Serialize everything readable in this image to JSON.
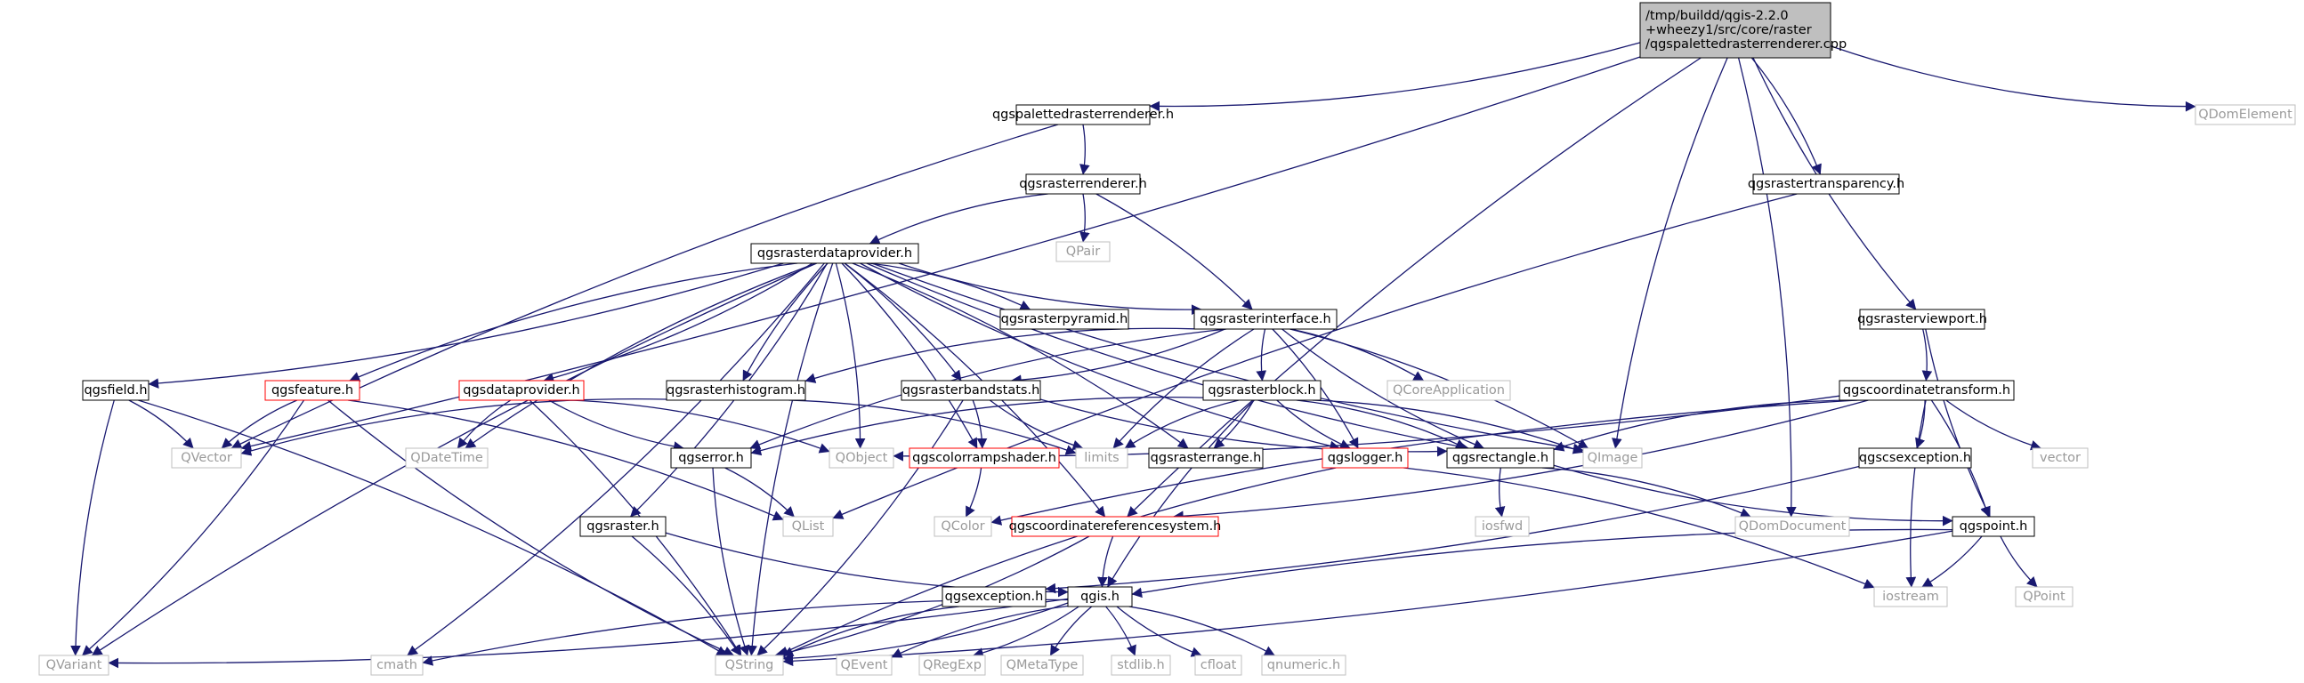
{
  "colors": {
    "edge": "#191970",
    "normal_border": "#000000",
    "normal_text": "#000000",
    "external_border": "#bfbfbf",
    "external_text": "#9a9a9a",
    "incomplete_border": "#ff0000",
    "root_fill": "#bfbfbf"
  },
  "nodes": [
    {
      "id": "root",
      "label": "/tmp/buildd/qgis-2.2.0\n+wheezy1/src/core/raster\n/qgspalettedrasterrenderer.cpp",
      "kind": "root"
    },
    {
      "id": "palh",
      "label": "qgspalettedrasterrenderer.h",
      "kind": "normal"
    },
    {
      "id": "qdomel",
      "label": "QDomElement",
      "kind": "external"
    },
    {
      "id": "rr",
      "label": "qgsrasterrenderer.h",
      "kind": "normal"
    },
    {
      "id": "trans",
      "label": "qgsrastertransparency.h",
      "kind": "normal"
    },
    {
      "id": "qpair",
      "label": "QPair",
      "kind": "external"
    },
    {
      "id": "rdp",
      "label": "qgsrasterdataprovider.h",
      "kind": "normal"
    },
    {
      "id": "pyr",
      "label": "qgsrasterpyramid.h",
      "kind": "normal"
    },
    {
      "id": "rif",
      "label": "qgsrasterinterface.h",
      "kind": "normal"
    },
    {
      "id": "rvp",
      "label": "qgsrasterviewport.h",
      "kind": "normal"
    },
    {
      "id": "field",
      "label": "qgsfield.h",
      "kind": "normal"
    },
    {
      "id": "feat",
      "label": "qgsfeature.h",
      "kind": "incomplete"
    },
    {
      "id": "dp",
      "label": "qgsdataprovider.h",
      "kind": "incomplete"
    },
    {
      "id": "hist",
      "label": "qgsrasterhistogram.h",
      "kind": "normal"
    },
    {
      "id": "bs",
      "label": "qgsrasterbandstats.h",
      "kind": "normal"
    },
    {
      "id": "rb",
      "label": "qgsrasterblock.h",
      "kind": "normal"
    },
    {
      "id": "qcoreapp",
      "label": "QCoreApplication",
      "kind": "external"
    },
    {
      "id": "ct",
      "label": "qgscoordinatetransform.h",
      "kind": "normal"
    },
    {
      "id": "qvector",
      "label": "QVector",
      "kind": "external"
    },
    {
      "id": "qdatetime",
      "label": "QDateTime",
      "kind": "external"
    },
    {
      "id": "err",
      "label": "qgserror.h",
      "kind": "normal"
    },
    {
      "id": "qobject",
      "label": "QObject",
      "kind": "external"
    },
    {
      "id": "crs_shader",
      "label": "qgscolorrampshader.h",
      "kind": "incomplete"
    },
    {
      "id": "limits",
      "label": "limits",
      "kind": "external"
    },
    {
      "id": "range",
      "label": "qgsrasterrange.h",
      "kind": "normal"
    },
    {
      "id": "logger",
      "label": "qgslogger.h",
      "kind": "incomplete"
    },
    {
      "id": "rect",
      "label": "qgsrectangle.h",
      "kind": "normal"
    },
    {
      "id": "qimage",
      "label": "QImage",
      "kind": "external"
    },
    {
      "id": "csexc",
      "label": "qgscsexception.h",
      "kind": "normal"
    },
    {
      "id": "vector",
      "label": "vector",
      "kind": "external"
    },
    {
      "id": "raster",
      "label": "qgsraster.h",
      "kind": "normal"
    },
    {
      "id": "qlist",
      "label": "QList",
      "kind": "external"
    },
    {
      "id": "qcolor",
      "label": "QColor",
      "kind": "external"
    },
    {
      "id": "crs",
      "label": "qgscoordinatereferencesystem.h",
      "kind": "incomplete"
    },
    {
      "id": "iosfwd",
      "label": "iosfwd",
      "kind": "external"
    },
    {
      "id": "qdomdoc",
      "label": "QDomDocument",
      "kind": "external"
    },
    {
      "id": "point",
      "label": "qgspoint.h",
      "kind": "normal"
    },
    {
      "id": "exc",
      "label": "qgsexception.h",
      "kind": "normal"
    },
    {
      "id": "qgis",
      "label": "qgis.h",
      "kind": "normal"
    },
    {
      "id": "iostream",
      "label": "iostream",
      "kind": "external"
    },
    {
      "id": "qpoint",
      "label": "QPoint",
      "kind": "external"
    },
    {
      "id": "qvariant",
      "label": "QVariant",
      "kind": "external"
    },
    {
      "id": "cmath",
      "label": "cmath",
      "kind": "external"
    },
    {
      "id": "qstring",
      "label": "QString",
      "kind": "external"
    },
    {
      "id": "qevent",
      "label": "QEvent",
      "kind": "external"
    },
    {
      "id": "qregexp",
      "label": "QRegExp",
      "kind": "external"
    },
    {
      "id": "qmetatype",
      "label": "QMetaType",
      "kind": "external"
    },
    {
      "id": "stdlib",
      "label": "stdlib.h",
      "kind": "external"
    },
    {
      "id": "cfloat",
      "label": "cfloat",
      "kind": "external"
    },
    {
      "id": "qnumeric",
      "label": "qnumeric.h",
      "kind": "external"
    }
  ],
  "edges": [
    [
      "root",
      "palh"
    ],
    [
      "root",
      "qdomel"
    ],
    [
      "root",
      "trans"
    ],
    [
      "root",
      "rvp"
    ],
    [
      "root",
      "qvector"
    ],
    [
      "root",
      "qimage"
    ],
    [
      "root",
      "qdomdoc"
    ],
    [
      "root",
      "crs"
    ],
    [
      "palh",
      "rr"
    ],
    [
      "palh",
      "qvector"
    ],
    [
      "rr",
      "qpair"
    ],
    [
      "rr",
      "rdp"
    ],
    [
      "rr",
      "rif"
    ],
    [
      "trans",
      "qlist"
    ],
    [
      "rdp",
      "pyr"
    ],
    [
      "rdp",
      "rif"
    ],
    [
      "rdp",
      "field"
    ],
    [
      "rdp",
      "feat"
    ],
    [
      "rdp",
      "dp"
    ],
    [
      "rdp",
      "hist"
    ],
    [
      "rdp",
      "bs"
    ],
    [
      "rdp",
      "qvariant"
    ],
    [
      "rdp",
      "cmath"
    ],
    [
      "rdp",
      "qdatetime"
    ],
    [
      "rdp",
      "qobject"
    ],
    [
      "rdp",
      "qimage"
    ],
    [
      "rdp",
      "range"
    ],
    [
      "rdp",
      "logger"
    ],
    [
      "rdp",
      "raster"
    ],
    [
      "rdp",
      "rect"
    ],
    [
      "rdp",
      "crs_shader"
    ],
    [
      "rdp",
      "qstring"
    ],
    [
      "rdp",
      "crs"
    ],
    [
      "rif",
      "hist"
    ],
    [
      "rif",
      "bs"
    ],
    [
      "rif",
      "rb"
    ],
    [
      "rif",
      "qcoreapp"
    ],
    [
      "rif",
      "limits"
    ],
    [
      "rif",
      "logger"
    ],
    [
      "rif",
      "rect"
    ],
    [
      "rif",
      "qimage"
    ],
    [
      "rif",
      "err"
    ],
    [
      "rvp",
      "ct"
    ],
    [
      "rvp",
      "point"
    ],
    [
      "field",
      "qvector"
    ],
    [
      "field",
      "qvariant"
    ],
    [
      "field",
      "qstring"
    ],
    [
      "feat",
      "qvector"
    ],
    [
      "feat",
      "qvariant"
    ],
    [
      "feat",
      "qstring"
    ],
    [
      "feat",
      "qlist"
    ],
    [
      "dp",
      "qdatetime"
    ],
    [
      "dp",
      "qobject"
    ],
    [
      "dp",
      "err"
    ],
    [
      "dp",
      "qstring"
    ],
    [
      "hist",
      "qvector"
    ],
    [
      "hist",
      "limits"
    ],
    [
      "bs",
      "limits"
    ],
    [
      "bs",
      "crs_shader"
    ],
    [
      "bs",
      "rect"
    ],
    [
      "bs",
      "qstring"
    ],
    [
      "rb",
      "limits"
    ],
    [
      "rb",
      "range"
    ],
    [
      "rb",
      "logger"
    ],
    [
      "rb",
      "rect"
    ],
    [
      "rb",
      "qgis"
    ],
    [
      "rb",
      "qimage"
    ],
    [
      "rb",
      "err"
    ],
    [
      "ct",
      "qobject"
    ],
    [
      "ct",
      "rect"
    ],
    [
      "ct",
      "csexc"
    ],
    [
      "ct",
      "vector"
    ],
    [
      "ct",
      "point"
    ],
    [
      "ct",
      "iostream"
    ],
    [
      "ct",
      "crs"
    ],
    [
      "ct",
      "qcolor"
    ],
    [
      "err",
      "qlist"
    ],
    [
      "err",
      "qstring"
    ],
    [
      "crs_shader",
      "qcolor"
    ],
    [
      "logger",
      "qstring"
    ],
    [
      "logger",
      "iostream"
    ],
    [
      "rect",
      "iosfwd"
    ],
    [
      "rect",
      "qdomdoc"
    ],
    [
      "rect",
      "point"
    ],
    [
      "csexc",
      "exc"
    ],
    [
      "raster",
      "qgis"
    ],
    [
      "raster",
      "qstring"
    ],
    [
      "crs",
      "qgis"
    ],
    [
      "crs",
      "qstring"
    ],
    [
      "point",
      "qgis"
    ],
    [
      "point",
      "iostream"
    ],
    [
      "point",
      "qpoint"
    ],
    [
      "point",
      "qstring"
    ],
    [
      "exc",
      "qstring"
    ],
    [
      "qgis",
      "qvariant"
    ],
    [
      "qgis",
      "cmath"
    ],
    [
      "qgis",
      "qstring"
    ],
    [
      "qgis",
      "qevent"
    ],
    [
      "qgis",
      "qregexp"
    ],
    [
      "qgis",
      "qmetatype"
    ],
    [
      "qgis",
      "stdlib"
    ],
    [
      "qgis",
      "cfloat"
    ],
    [
      "qgis",
      "qnumeric"
    ]
  ]
}
